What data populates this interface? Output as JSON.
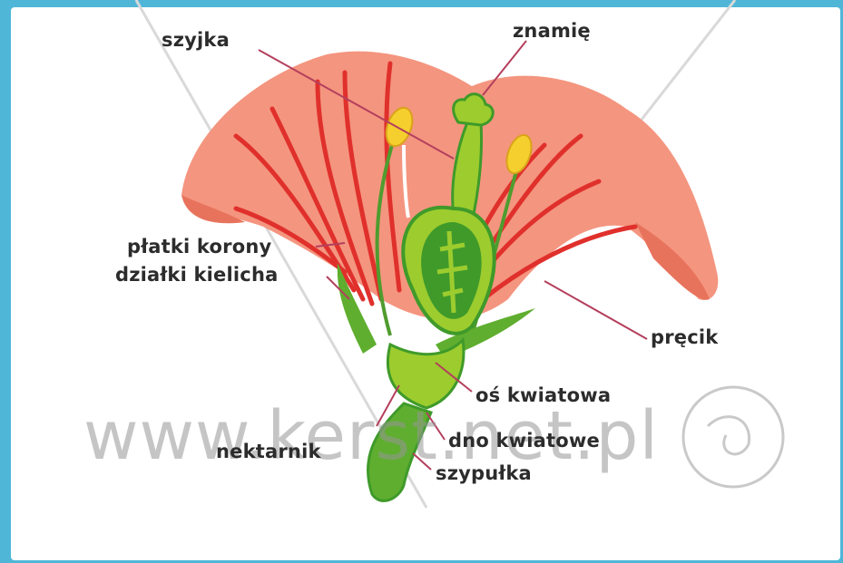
{
  "labels": {
    "style": "szyjka",
    "stigma": "znamię",
    "petals": "płatki korony",
    "sepals": "działki kielicha",
    "stamen": "pręcik",
    "receptacle_axis": "oś kwiatowa",
    "nectary": "nektarnik",
    "receptacle": "dno kwiatowe",
    "pedicel": "szypułka"
  },
  "watermark": "www.kerst.net.pl",
  "colors": {
    "frame": "#4fb6d8",
    "petal": "#f4957f",
    "petal_vein": "#e0302c",
    "pistil": "#9ccc2e",
    "stem_dark": "#3f9a2a",
    "anther": "#f5cf2e",
    "leader_line": "#b43f5d"
  }
}
